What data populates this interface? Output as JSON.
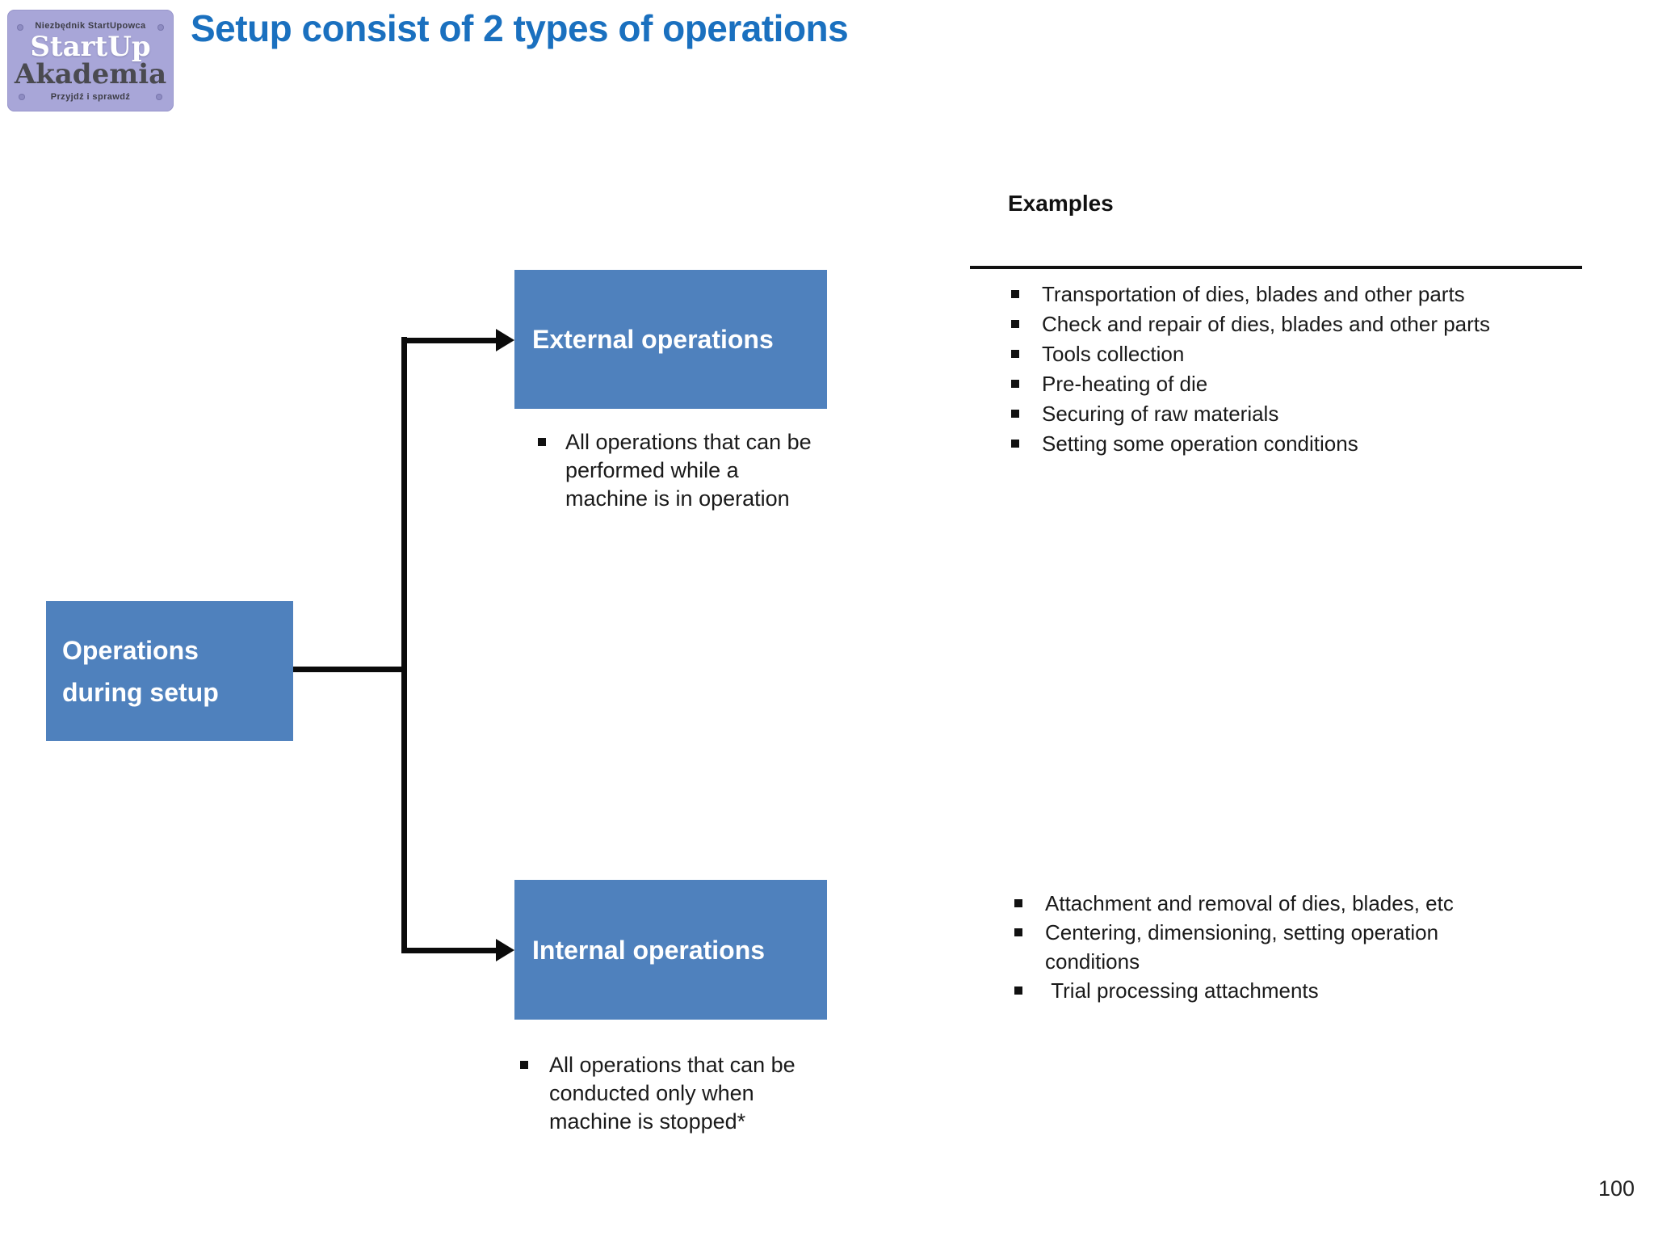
{
  "logo": {
    "top_text": "Niezbędnik StartUpowca",
    "main_text": "StartUp",
    "sub_text": "Akademia",
    "tagline": "Przyjdź i sprawdź"
  },
  "header": {
    "title": "Setup consist of 2 types of operations"
  },
  "diagram": {
    "root_box": {
      "label": "Operations during setup"
    },
    "external_box": {
      "label": "External operations",
      "note": "All operations that can be performed while a machine is in operation"
    },
    "internal_box": {
      "label": "Internal operations",
      "note": "All operations that can be conducted only when machine is stopped*"
    }
  },
  "examples": {
    "heading": "Examples",
    "external_items": [
      "Transportation of dies, blades and other parts",
      "Check and repair of dies, blades and other parts",
      "Tools collection",
      "Pre-heating of die",
      "Securing of raw materials",
      "Setting some operation conditions"
    ],
    "internal_items": [
      "Attachment and removal of dies, blades, etc",
      "Centering, dimensioning, setting operation conditions",
      " Trial processing attachments"
    ]
  },
  "page_number": "100",
  "colors": {
    "box_blue": "#4f81bd",
    "title_blue": "#1a70bf",
    "logo_background": "#a8a6d8",
    "connector_black": "#0b0b0b"
  }
}
